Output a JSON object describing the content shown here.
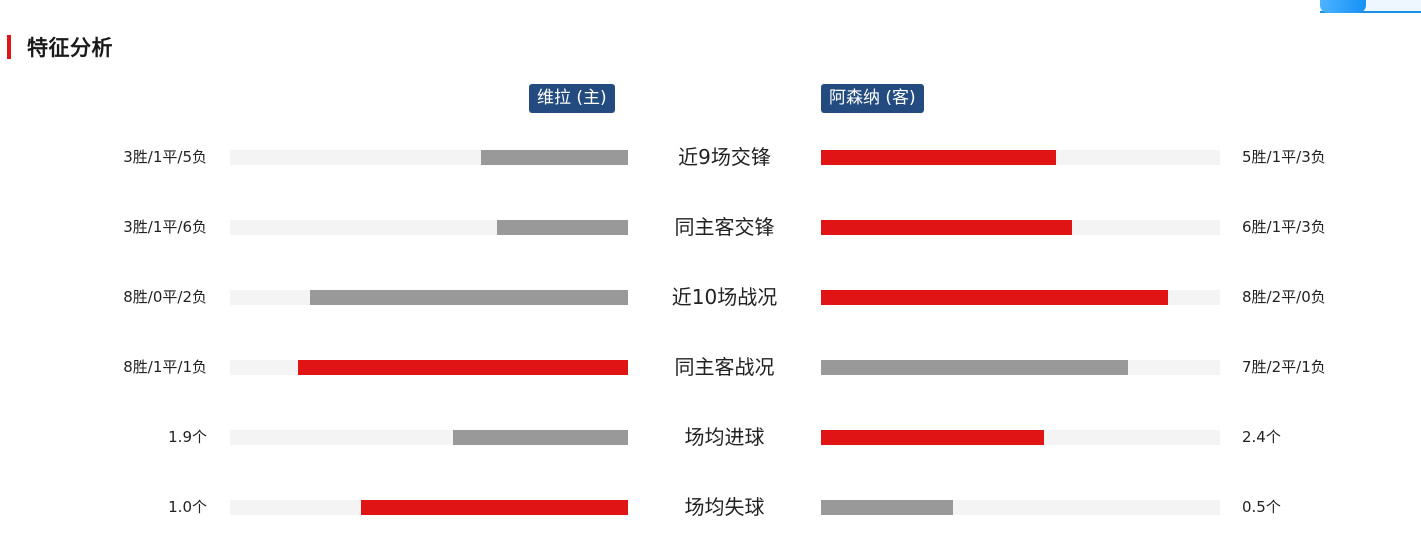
{
  "top_tab": {
    "active_color": "#1590f5"
  },
  "section": {
    "title": "特征分析",
    "accent_color": "#e01414"
  },
  "teams": {
    "home": "维拉 (主)",
    "away": "阿森纳 (客)",
    "badge_color": "#234b80"
  },
  "colors": {
    "highlight": "#e01414",
    "normal": "#999999",
    "track": "#f4f4f4"
  },
  "rows": [
    {
      "label": "近9场交锋",
      "home_text": "3胜/1平/5负",
      "away_text": "5胜/1平/3负",
      "home_pct": 37,
      "away_pct": 59,
      "home_color": "gray",
      "away_color": "red"
    },
    {
      "label": "同主客交锋",
      "home_text": "3胜/1平/6负",
      "away_text": "6胜/1平/3负",
      "home_pct": 33,
      "away_pct": 63,
      "home_color": "gray",
      "away_color": "red"
    },
    {
      "label": "近10场战况",
      "home_text": "8胜/0平/2负",
      "away_text": "8胜/2平/0负",
      "home_pct": 80,
      "away_pct": 87,
      "home_color": "gray",
      "away_color": "red"
    },
    {
      "label": "同主客战况",
      "home_text": "8胜/1平/1负",
      "away_text": "7胜/2平/1负",
      "home_pct": 83,
      "away_pct": 77,
      "home_color": "red",
      "away_color": "gray"
    },
    {
      "label": "场均进球",
      "home_text": "1.9个",
      "away_text": "2.4个",
      "home_pct": 44,
      "away_pct": 56,
      "home_color": "gray",
      "away_color": "red"
    },
    {
      "label": "场均失球",
      "home_text": "1.0个",
      "away_text": "0.5个",
      "home_pct": 67,
      "away_pct": 33,
      "home_color": "red",
      "away_color": "gray"
    }
  ]
}
